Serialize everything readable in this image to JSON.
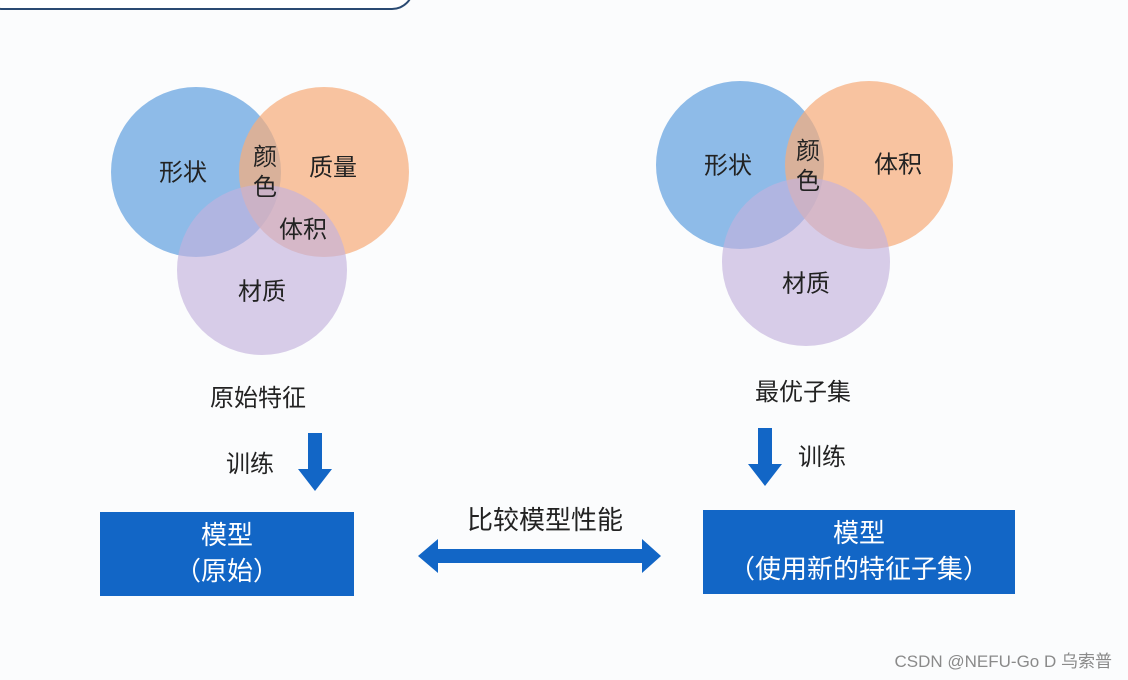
{
  "colors": {
    "blue_circle": "#7fb3e6",
    "orange_circle": "#f9b98c",
    "purple_circle": "#cbbde2",
    "box_blue": "#1266c6",
    "arrow_blue": "#1266c6"
  },
  "left": {
    "venn": {
      "circle_a": "形状",
      "overlap_ab": "颜色",
      "circle_b": "质量",
      "overlap_bc": "体积",
      "circle_c": "材质"
    },
    "caption": "原始特征",
    "train_label": "训练",
    "model_title": "模型",
    "model_subtitle": "（原始）"
  },
  "right": {
    "venn": {
      "circle_a": "形状",
      "overlap_ab": "颜色",
      "circle_b": "体积",
      "circle_c": "材质"
    },
    "caption": "最优子集",
    "train_label": "训练",
    "model_title": "模型",
    "model_subtitle": "（使用新的特征子集）"
  },
  "center": {
    "compare_label": "比较模型性能",
    "arrow_icon": "double-headed-arrow"
  },
  "watermark": "CSDN @NEFU-Go D 乌索普"
}
